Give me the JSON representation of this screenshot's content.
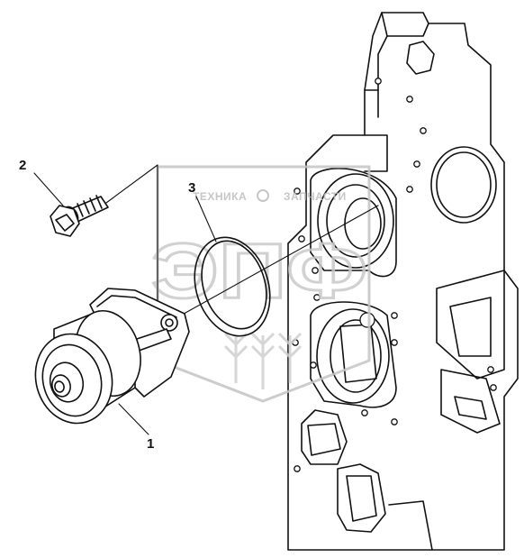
{
  "diagram": {
    "callouts": [
      {
        "id": "1",
        "label": "1"
      },
      {
        "id": "2",
        "label": "2"
      },
      {
        "id": "3",
        "label": "3"
      }
    ]
  },
  "watermark": {
    "text_left": "ТЕХНИКА",
    "text_right": "ЗАПЧАСТИ",
    "letters": "ЭПФ"
  }
}
